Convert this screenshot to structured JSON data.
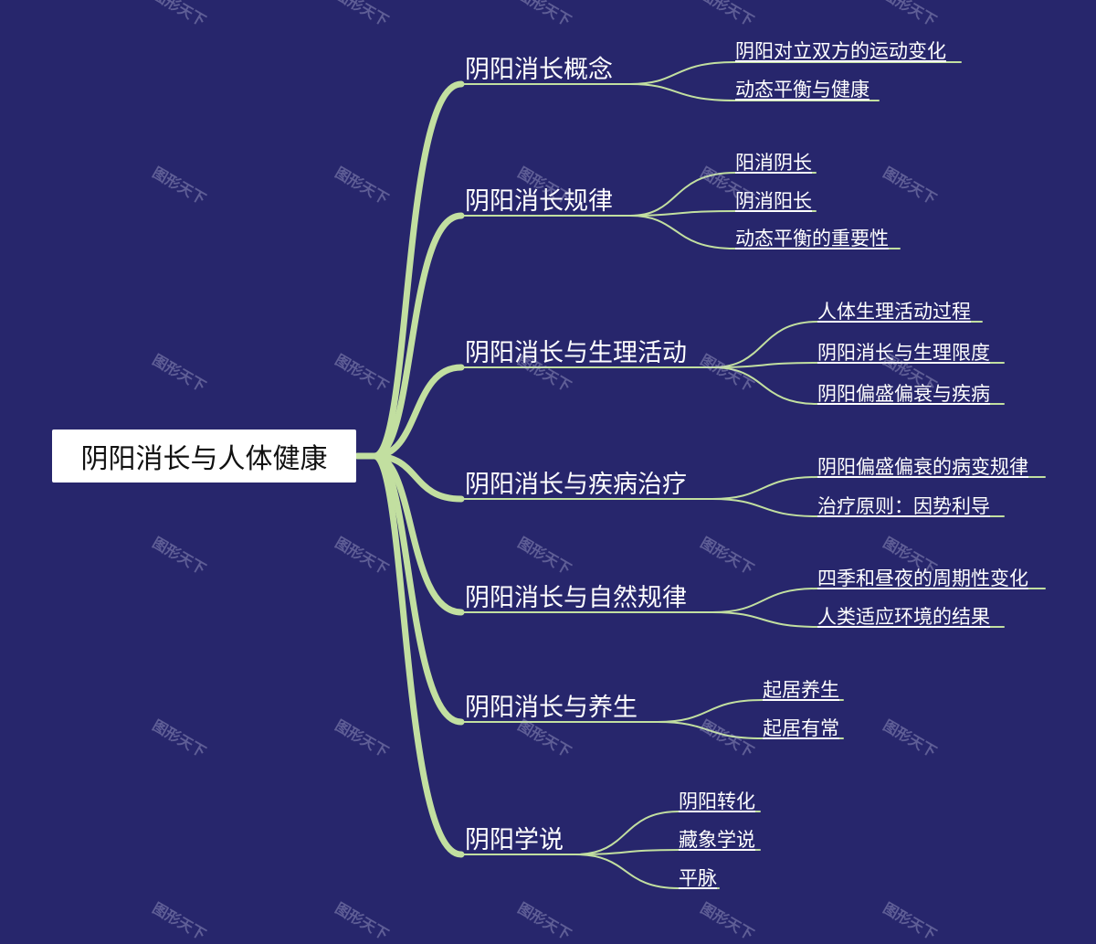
{
  "root": {
    "label": "阴阳消长与人体健康"
  },
  "colors": {
    "background": "#27266c",
    "branch_line": "#c2dfa0",
    "text": "#ffffff"
  },
  "branches": [
    {
      "label": "阴阳消长概念",
      "children": [
        "阴阳对立双方的运动变化",
        "动态平衡与健康"
      ]
    },
    {
      "label": "阴阳消长规律",
      "children": [
        "阳消阴长",
        "阴消阳长",
        "动态平衡的重要性"
      ]
    },
    {
      "label": "阴阳消长与生理活动",
      "children": [
        "人体生理活动过程",
        "阴阳消长与生理限度",
        "阴阳偏盛偏衰与疾病"
      ]
    },
    {
      "label": "阴阳消长与疾病治疗",
      "children": [
        "阴阳偏盛偏衰的病变规律",
        "治疗原则：因势利导"
      ]
    },
    {
      "label": "阴阳消长与自然规律",
      "children": [
        "四季和昼夜的周期性变化",
        "人类适应环境的结果"
      ]
    },
    {
      "label": "阴阳消长与养生",
      "children": [
        "起居养生",
        "起居有常"
      ]
    },
    {
      "label": "阴阳学说",
      "children": [
        "阴阳转化",
        "藏象学说",
        "平脉"
      ]
    }
  ],
  "watermark": {
    "text": "图形天下"
  }
}
